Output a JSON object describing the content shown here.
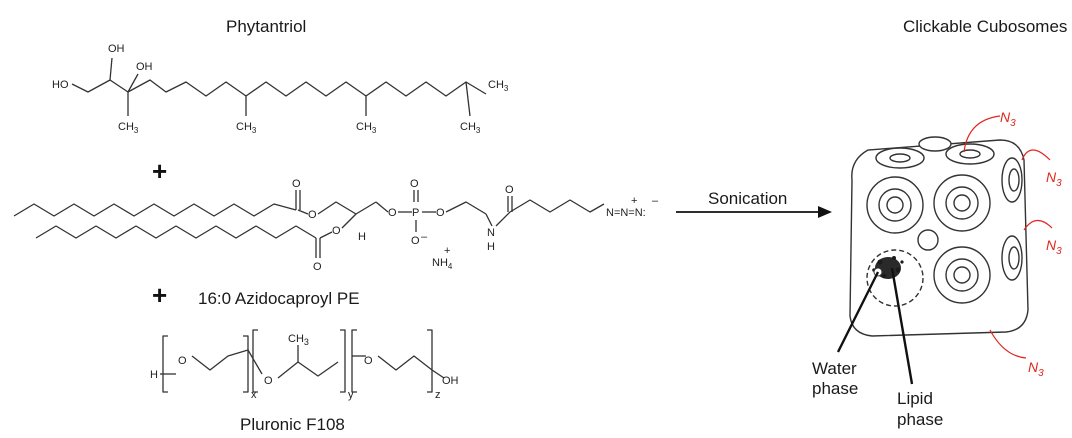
{
  "labels": {
    "phytantriol": "Phytantriol",
    "azido_pe": "16:0 Azidocaproyl PE",
    "pluronic": "Pluronic F108",
    "sonication": "Sonication",
    "cubosomes": "Clickable Cubosomes",
    "water_line1": "Water",
    "water_line2": "phase",
    "lipid_line1": "Lipid",
    "lipid_line2": "phase"
  },
  "plus_sign": "+",
  "atoms": {
    "ho": "HO",
    "oh": "OH",
    "ch3": "CH",
    "sub3": "3",
    "o": "O",
    "p": "P",
    "h": "H",
    "n": "N",
    "nh": "NH",
    "sub4": "4",
    "plus": "+",
    "minus": "–",
    "azide": "N=N=N:",
    "x": "x",
    "y": "y",
    "z": "z"
  },
  "azide_group": "N3",
  "colors": {
    "azide": "#e0271e",
    "text": "#1a1a1a",
    "bond": "#333333"
  }
}
